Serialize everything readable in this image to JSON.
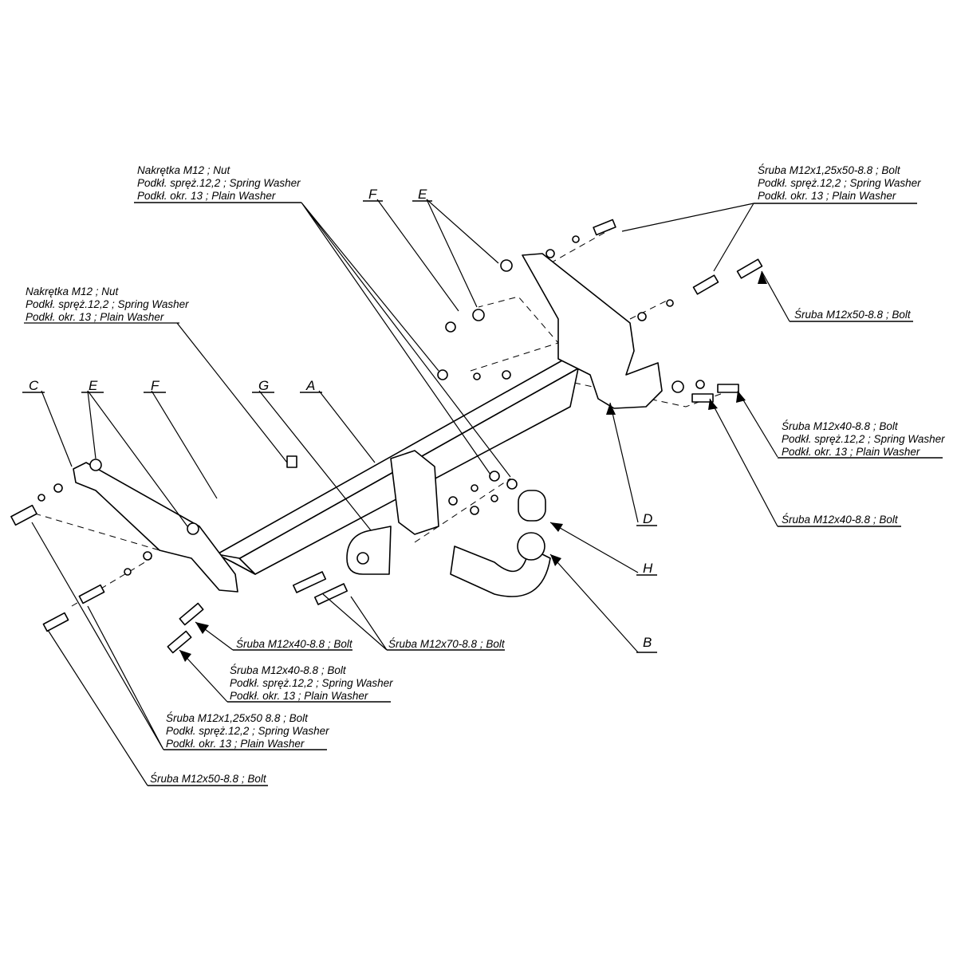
{
  "letters": {
    "A": "A",
    "B": "B",
    "C": "C",
    "D": "D",
    "E": "E",
    "F": "F",
    "G": "G",
    "H": "H"
  },
  "callouts": {
    "nut_top": [
      "Nakrętka  M12 ; Nut",
      "Podkł. spręż.12,2 ; Spring Washer",
      "Podkł. okr. 13 ; Plain Washer"
    ],
    "nut_left": [
      "Nakrętka  M12 ; Nut",
      "Podkł. spręż.12,2 ; Spring Washer",
      "Podkł. okr. 13 ; Plain Washer"
    ],
    "bolt_top_right": [
      "Śruba M12x1,25x50-8.8 ;  Bolt",
      "Podkł. spręż.12,2 ; Spring Washer",
      "Podkł. okr. 13 ; Plain Washer"
    ],
    "bolt_m12x50_right": "Śruba M12x50-8.8 ;  Bolt",
    "bolt_m12x40_right_block": [
      "Śruba M12x40-8.8 ;  Bolt",
      "Podkł. spręż.12,2 ; Spring Washer",
      "Podkł. okr. 13 ; Plain Washer"
    ],
    "bolt_m12x40_right": "Śruba M12x40-8.8 ;  Bolt",
    "bolt_m12x40_left": "Śruba M12x40-8.8 ;  Bolt",
    "bolt_m12x70": "Śruba M12x70-8.8 ;  Bolt",
    "bolt_m12x40_left_block": [
      "Śruba M12x40-8.8 ;  Bolt",
      "Podkł. spręż.12,2 ; Spring Washer",
      "Podkł. okr. 13 ; Plain Washer"
    ],
    "bolt_m12x125_left_block": [
      "Śruba M12x1,25x50 8.8 ;  Bolt",
      "Podkł. spręż.12,2 ; Spring Washer",
      "Podkł. okr. 13 ; Plain Washer"
    ],
    "bolt_m12x50_left": "Śruba M12x50-8.8 ;  Bolt"
  }
}
